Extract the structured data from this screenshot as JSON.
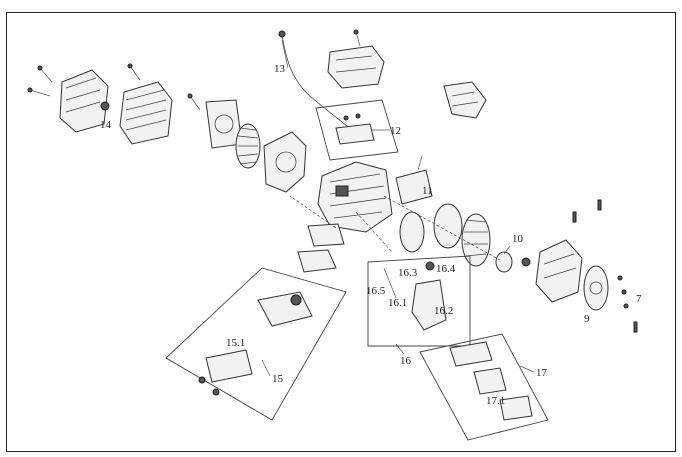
{
  "labels": {
    "l13": "13",
    "l12": "12",
    "l11": "11",
    "l14": "14",
    "l10": "10",
    "l9": "9",
    "l16_3": "16.3",
    "l16_4": "16.4",
    "l16_5": "16.5",
    "l16_1": "16.1",
    "l16_2": "16.2",
    "l16": "16",
    "l15_1": "15.1",
    "l15": "15",
    "l17": "17",
    "l17_1": "17.1",
    "l7": "7"
  },
  "colors": {
    "line": "#222222",
    "fill": "#f2f2f2",
    "dark": "#555555"
  }
}
